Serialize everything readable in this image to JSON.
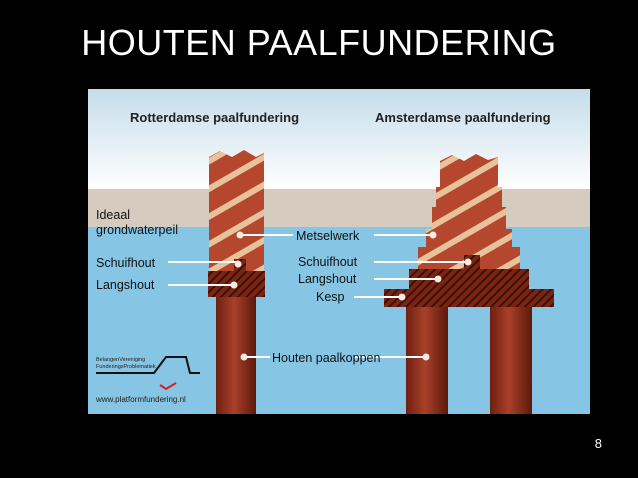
{
  "slide": {
    "title": "HOUTEN PAALFUNDERING",
    "page_number": "8"
  },
  "diagram": {
    "headers": {
      "left": "Rotterdamse paalfundering",
      "right": "Amsterdamse paalfundering"
    },
    "labels": {
      "ideaal_line1": "Ideaal",
      "ideaal_line2": "grondwaterpeil",
      "metselwerk": "Metselwerk",
      "schuifhout_left": "Schuifhout",
      "langshout_left": "Langshout",
      "schuifhout_right": "Schuifhout",
      "langshout_right": "Langshout",
      "kesp": "Kesp",
      "houten_paalkoppen": "Houten paalkoppen"
    },
    "logo": {
      "line1": "BelangenVereniging",
      "line2": "FunderingsProblematiek",
      "url": "www.platformfundering.nl"
    },
    "colors": {
      "sky": "#ffffff",
      "soil": "#d6cbbf",
      "water": "#86c5e3",
      "brick": "#b5472e",
      "brick_stripe": "#e8c29a",
      "wood_dark": "#5a1a0e",
      "pile": "#8a2a18"
    }
  }
}
